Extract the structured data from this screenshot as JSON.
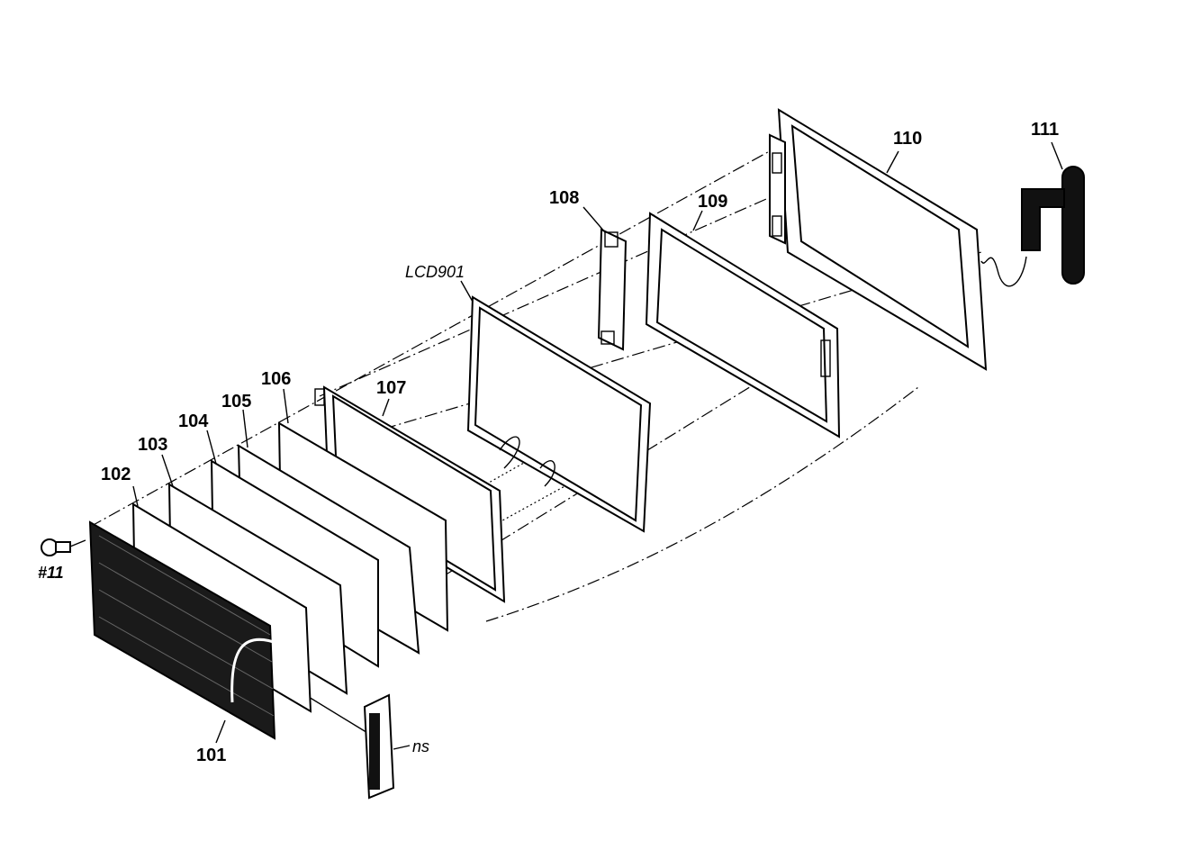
{
  "diagram": {
    "labels": {
      "p101": "101",
      "p102": "102",
      "p103": "103",
      "p104": "104",
      "p105": "105",
      "p106": "106",
      "p107": "107",
      "p108": "108",
      "p109": "109",
      "p110": "110",
      "p111": "111",
      "lcd": "LCD901",
      "screw": "#11",
      "ns": "ns"
    }
  }
}
